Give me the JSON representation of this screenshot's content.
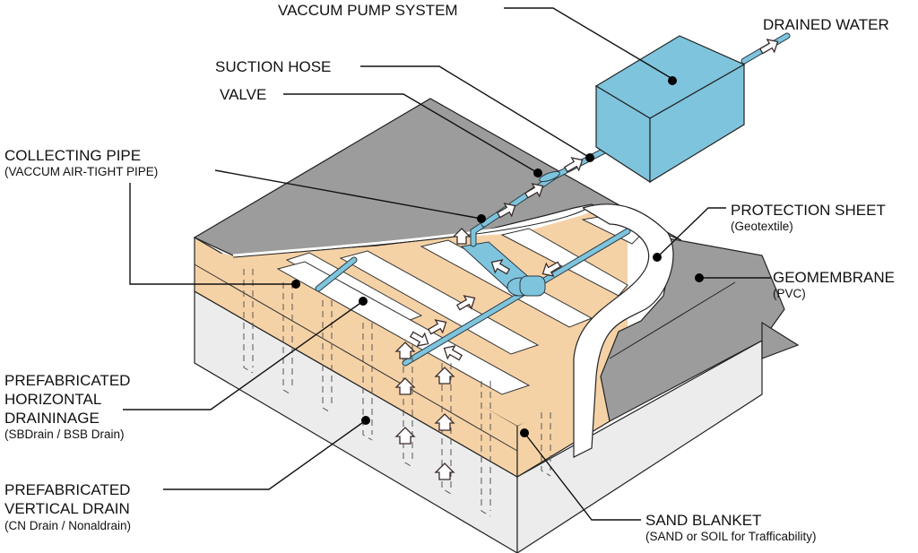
{
  "title": "Vacuum consolidation drainage system cross-section",
  "colors": {
    "pump_blue": "#7ec4dc",
    "pipe_blue": "#7ec4dc",
    "sand": "#f5d2a6",
    "soil": "#ececec",
    "geomembrane": "#9c9c9c",
    "protection_sheet": "#ffffff",
    "line": "#111111"
  },
  "labels": {
    "vacuum_pump": {
      "title": "VACCUM PUMP SYSTEM"
    },
    "drained_water": {
      "title": "DRAINED WATER"
    },
    "suction_hose": {
      "title": "SUCTION HOSE"
    },
    "valve": {
      "title": "VALVE"
    },
    "collecting_pipe": {
      "title": "COLLECTING PIPE",
      "subtitle": "(VACCUM AIR-TIGHT PIPE)"
    },
    "protection_sheet": {
      "title": "PROTECTION SHEET",
      "subtitle": "(Geotextile)"
    },
    "geomembrane": {
      "title": "GEOMEMBRANE",
      "subtitle": "(PVC)"
    },
    "horizontal_drain": {
      "line1": "PREFABRICATED",
      "line2": "HORIZONTAL",
      "line3": "DRAININAGE",
      "subtitle": "(SBDrain / BSB Drain)"
    },
    "vertical_drain": {
      "line1": "PREFABRICATED",
      "line2": "VERTICAL DRAIN",
      "subtitle": "(CN Drain / Nonaldrain)"
    },
    "sand_blanket": {
      "title": "SAND BLANKET",
      "subtitle": "(SAND or SOIL for Trafficability)"
    }
  }
}
